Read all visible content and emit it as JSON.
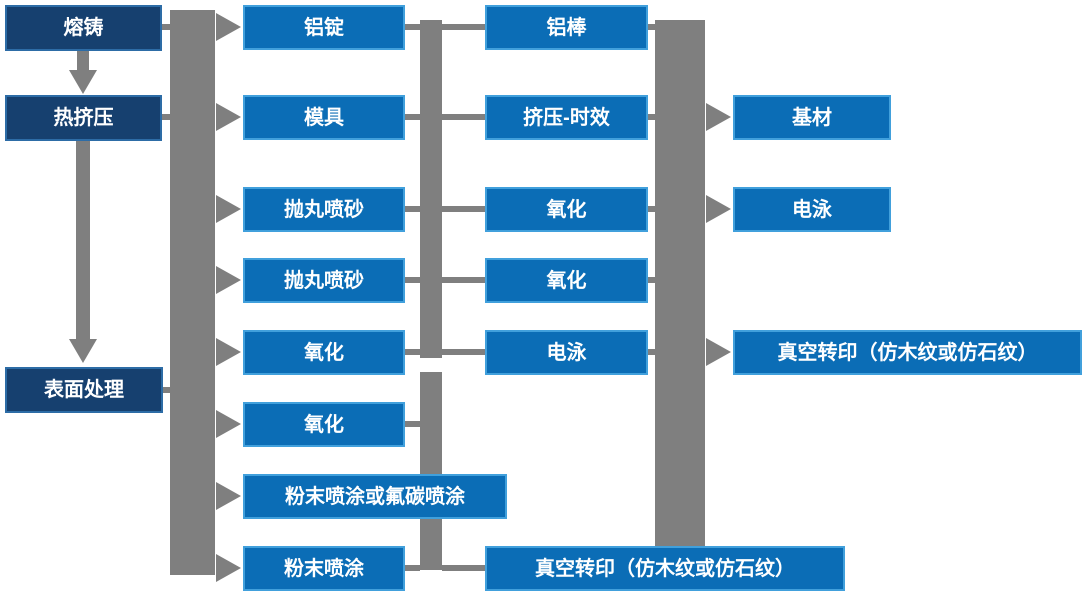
{
  "colors": {
    "page_bg": "#ffffff",
    "stage_box_bg": "#16406f",
    "stage_box_border": "#2d6ca6",
    "process_box_bg": "#0b6db6",
    "process_box_border": "#41a0dc",
    "connector_gray": "#7f7f7f",
    "label_text": "#ffffff"
  },
  "nodes": {
    "melt_casting": {
      "label": "熔铸"
    },
    "hot_extrusion": {
      "label": "热挤压"
    },
    "surface_treatment": {
      "label": "表面处理"
    },
    "aluminum_ingot": {
      "label": "铝锭"
    },
    "die": {
      "label": "模具"
    },
    "shot_blasting_1": {
      "label": "抛丸喷砂"
    },
    "shot_blasting_2": {
      "label": "抛丸喷砂"
    },
    "anodizing_1": {
      "label": "氧化"
    },
    "anodizing_2": {
      "label": "氧化"
    },
    "powder_or_fluorocarbon": {
      "label": "粉末喷涂或氟碳喷涂"
    },
    "powder_coating": {
      "label": "粉末喷涂"
    },
    "aluminum_rod": {
      "label": "铝棒"
    },
    "extrusion_aging": {
      "label": "挤压-时效"
    },
    "anodizing_3": {
      "label": "氧化"
    },
    "anodizing_4": {
      "label": "氧化"
    },
    "electrophoresis_1": {
      "label": "电泳"
    },
    "vacuum_transfer_1": {
      "label": "真空转印（仿木纹或仿石纹）"
    },
    "base_material": {
      "label": "基材"
    },
    "electrophoresis_2": {
      "label": "电泳"
    },
    "vacuum_transfer_2": {
      "label": "真空转印（仿木纹或仿石纹）"
    }
  }
}
